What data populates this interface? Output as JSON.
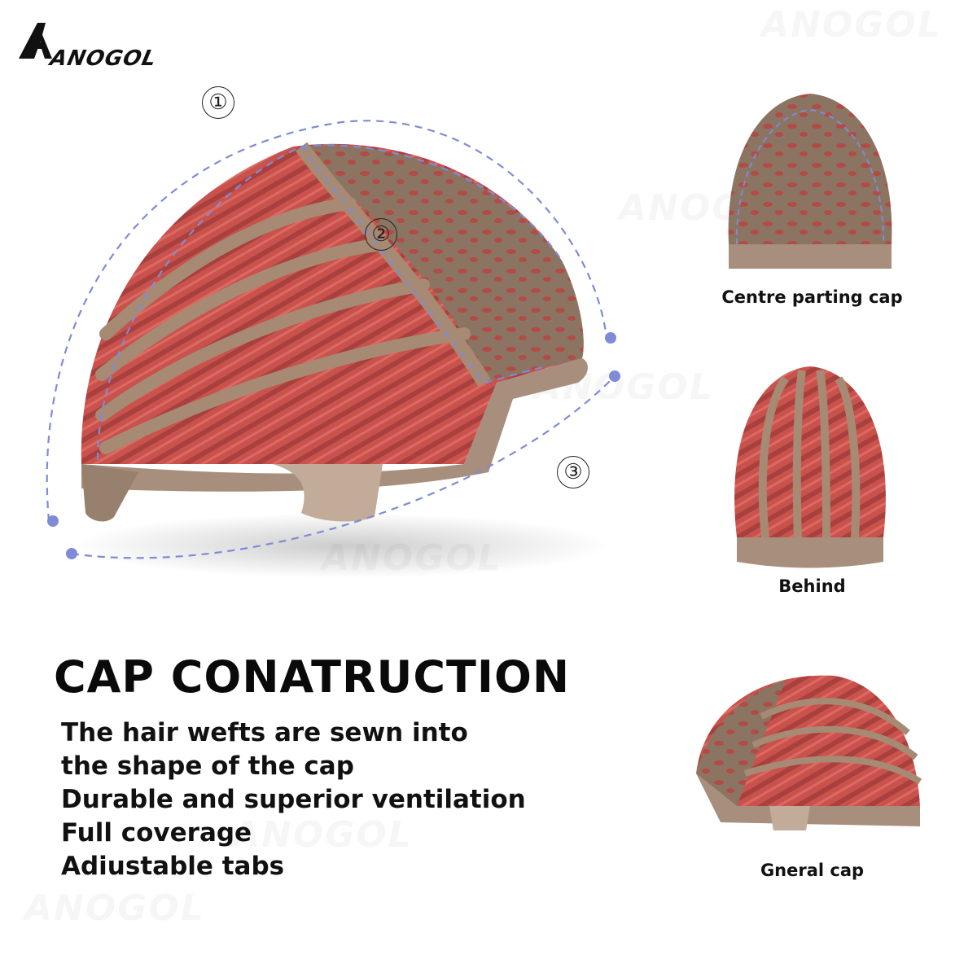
{
  "brand": {
    "logo_text": "ANOGOL",
    "watermark_text": "ANOGOL"
  },
  "diagram": {
    "markers": [
      "①",
      "②",
      "③"
    ],
    "guide_color": "#7f8bd6"
  },
  "views": [
    {
      "label": "Centre parting cap"
    },
    {
      "label": "Behind"
    },
    {
      "label": "Gneral cap"
    }
  ],
  "heading": "CAP CONATRUCTION",
  "features": [
    "The hair wefts are sewn into",
    "the shape of the cap",
    "Durable and superior ventilation",
    "Full coverage",
    "Adiustable tabs"
  ],
  "colors": {
    "hair": "#c9524d",
    "lace": "#8c7462",
    "band": "#a88e7c",
    "guide": "#7f8bd6"
  }
}
